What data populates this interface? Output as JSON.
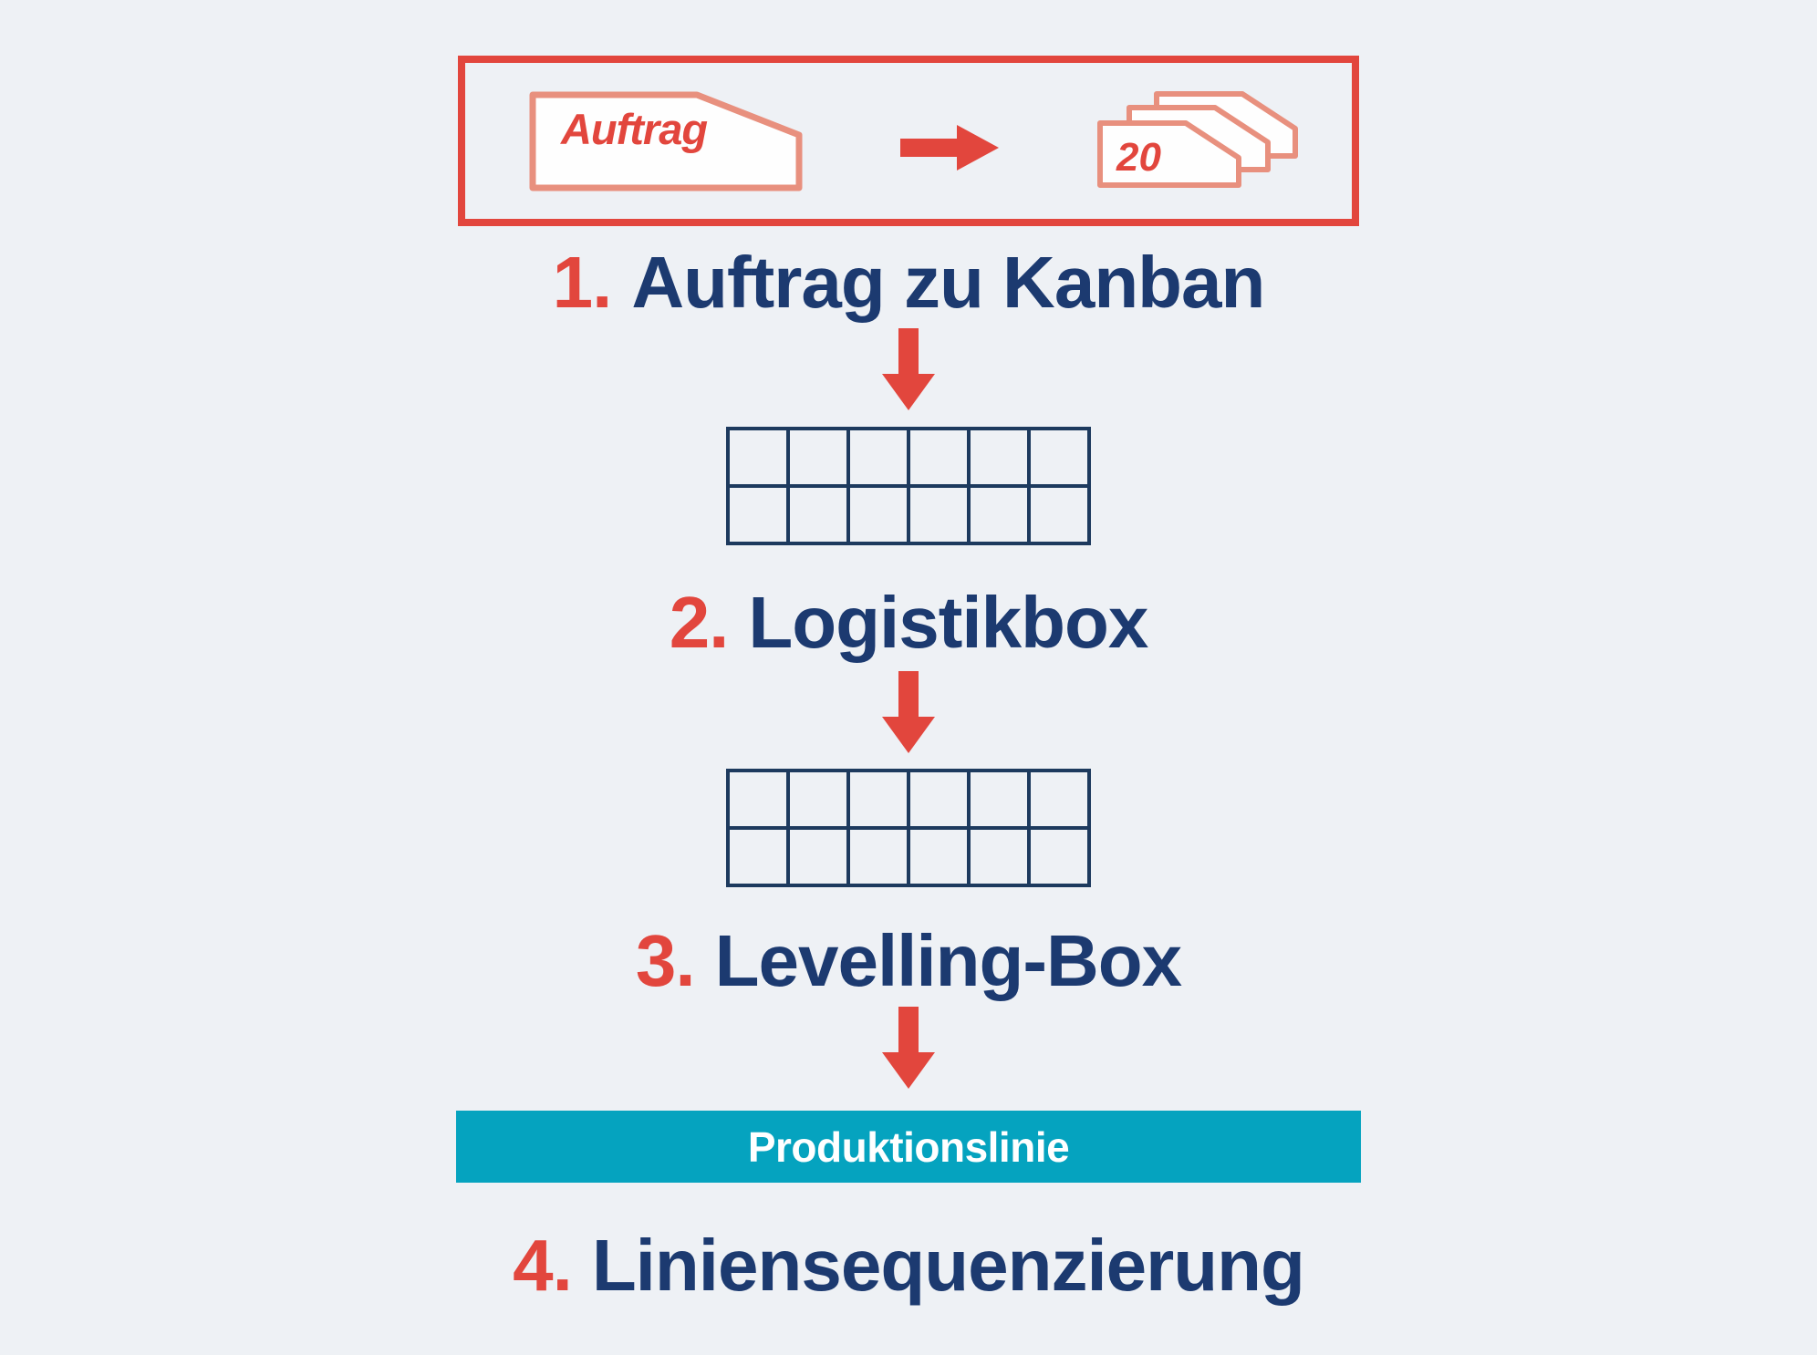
{
  "colors": {
    "background": "#eef1f5",
    "red": "#e2463d",
    "salmon": "#e8907e",
    "navy": "#1c3a70",
    "grid_line": "#1d3a5e",
    "teal": "#05a3bf",
    "white": "#ffffff",
    "shape_fill": "#fefefe"
  },
  "order_box": {
    "order_label": "Auftrag",
    "kanban_count": "20"
  },
  "steps": [
    {
      "number": "1.",
      "label": "Auftrag zu Kanban"
    },
    {
      "number": "2.",
      "label": "Logistikbox"
    },
    {
      "number": "3.",
      "label": "Levelling-Box"
    },
    {
      "number": "4.",
      "label": "Liniensequenzierung"
    }
  ],
  "production_line_label": "Produktionslinie",
  "kanban_grid": {
    "rows": 2,
    "columns": 6
  },
  "icons": {
    "order_flow_arrow": "right-arrow",
    "step_flow_arrow": "down-arrow"
  }
}
